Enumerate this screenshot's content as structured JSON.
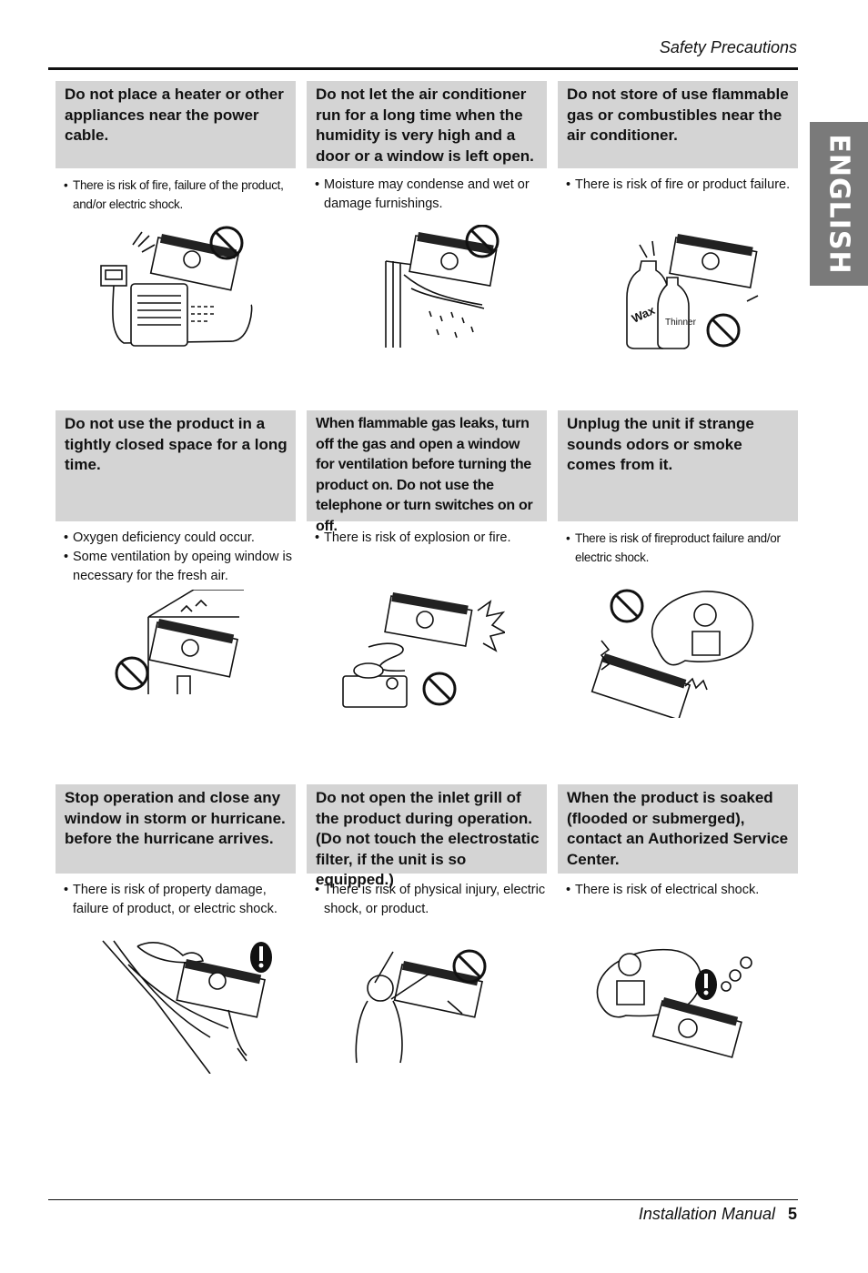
{
  "header": {
    "title": "Safety Precautions"
  },
  "side_tab": {
    "label": "ENGLISH"
  },
  "cards": [
    {
      "title": "Do not place a heater or other appliances near the power cable.",
      "bullets": [
        "There is risk of fire, failure of the product, and/or electric shock."
      ]
    },
    {
      "title": "Do not let the air conditioner run for a long time when the humidity is very high and a door or a window is left open.",
      "bullets": [
        "Moisture may condense and wet or damage furnishings."
      ]
    },
    {
      "title": "Do not store of use flammable gas or combustibles near the air conditioner.",
      "bullets": [
        "There is risk of fire or product failure."
      ],
      "labels": [
        "Wax",
        "Thinner"
      ]
    },
    {
      "title": "Do not use the product in a tightly closed space for a long time.",
      "bullets": [
        "Oxygen deficiency could occur.",
        "Some ventilation by opeing window is necessary for the fresh air."
      ]
    },
    {
      "title": "When flammable gas leaks, turn off the gas and open a window for ventilation before turning the product on. Do not use the telephone or turn switches on or off.",
      "bullets": [
        "There is risk of explosion or fire."
      ]
    },
    {
      "title": "Unplug the unit if strange sounds odors or smoke comes from it.",
      "bullets": [
        "There is risk of fireproduct failure and/or electric shock."
      ]
    },
    {
      "title": "Stop operation and close any window in storm or hurricane. before the hurricane arrives.",
      "bullets": [
        "There is risk of property damage, failure of product, or electric shock."
      ]
    },
    {
      "title": "Do not open the inlet grill of the product during operation. (Do not touch the electrostatic filter, if the unit is so equipped.)",
      "bullets": [
        "There is risk of physical injury, electric shock, or product."
      ]
    },
    {
      "title": "When the product is soaked (flooded or submerged), contact an Authorized Service Center.",
      "bullets": [
        "There is risk of electrical shock."
      ]
    }
  ],
  "footer": {
    "manual": "Installation Manual",
    "page": "5"
  }
}
